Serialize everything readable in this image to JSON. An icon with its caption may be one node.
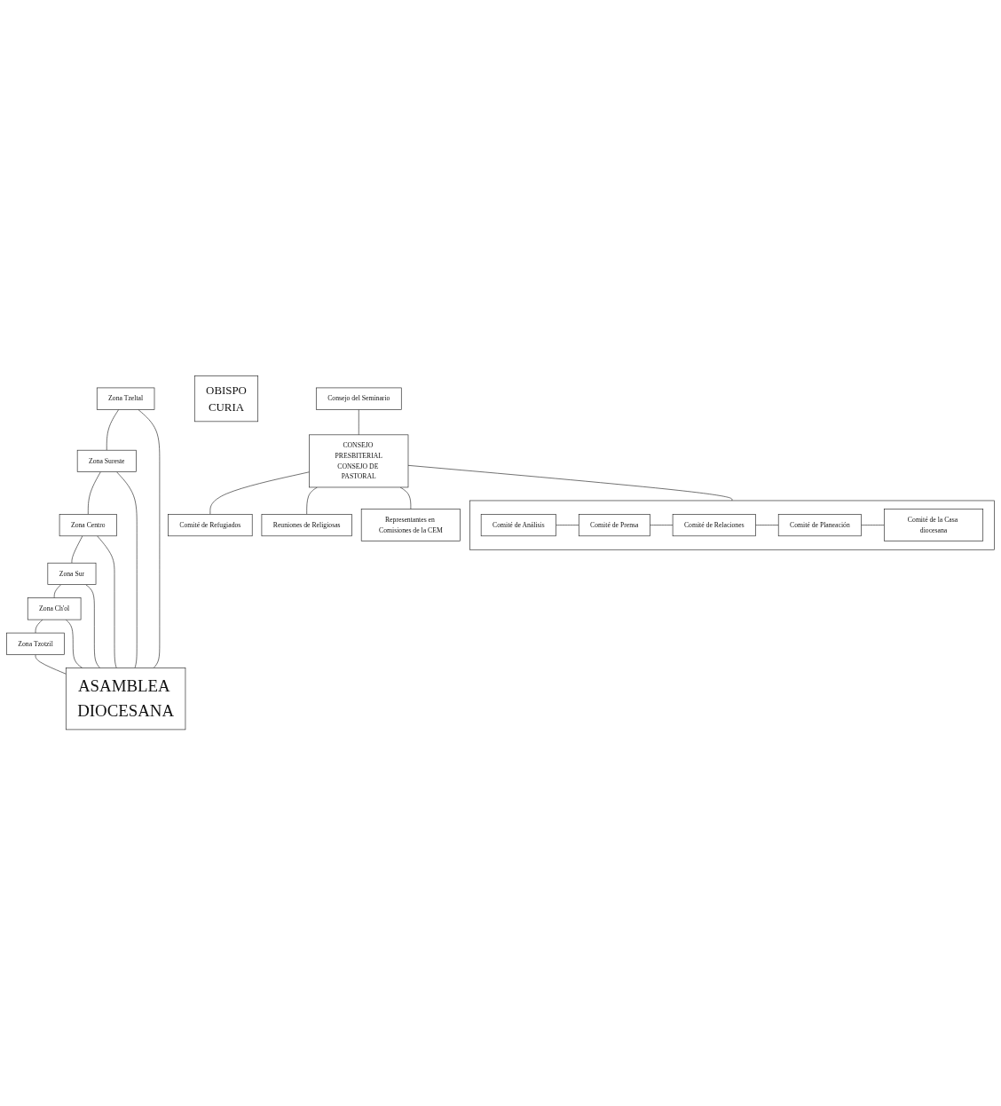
{
  "diagram": {
    "nodes": [
      {
        "text": [
          "Zona Tzeltal"
        ]
      },
      {
        "text": [
          "Zona Sureste"
        ]
      },
      {
        "text": [
          "Zona Centro"
        ]
      },
      {
        "text": [
          "Zona Sur"
        ]
      },
      {
        "text": [
          "Zona Ch'ol"
        ]
      },
      {
        "text": [
          "Zona Tzotzil"
        ]
      },
      {
        "text": [
          "ASAMBLEA DIOCESANA"
        ]
      },
      {
        "text": [
          "OBISPO",
          "CURIA"
        ]
      },
      {
        "text": [
          "CONSEJO PRESBITERIAL",
          "CONSEJO DE PASTORAL"
        ]
      },
      {
        "text": [
          "Consejo del Seminario"
        ]
      },
      {
        "text": [
          "Comité de Refugiados"
        ]
      },
      {
        "text": [
          "Reuniones de Religiosas"
        ]
      },
      {
        "text": [
          "Representantes en Comisiones de la CEM"
        ]
      },
      {
        "text": [],
        "shape": "box"
      },
      {
        "text": [
          "Comité de Análisis"
        ],
        "in": 13
      },
      {
        "text": [
          "Comité de Prensa"
        ],
        "in": 13
      },
      {
        "text": [
          "Comité de Relaciones"
        ],
        "in": 13
      },
      {
        "text": [
          "Comité de Planeación"
        ],
        "in": 13
      },
      {
        "text": [
          "Comité de la Casa diocesana"
        ],
        "in": 13
      }
    ],
    "edges": [
      {
        "from": 0,
        "to": 1,
        "arrow": "none"
      },
      {
        "from": 1,
        "to": 2,
        "arrow": "none"
      },
      {
        "from": 2,
        "to": 3,
        "arrow": "none"
      },
      {
        "from": 3,
        "to": 4,
        "arrow": "none"
      },
      {
        "from": 4,
        "to": 5,
        "arrow": "none"
      },
      {
        "from": 0,
        "to": 6,
        "arrow": "none"
      },
      {
        "from": 1,
        "to": 6,
        "arrow": "none"
      },
      {
        "from": 2,
        "to": 6,
        "arrow": "none"
      },
      {
        "from": 3,
        "to": 6,
        "arrow": "none"
      },
      {
        "from": 4,
        "to": 6,
        "arrow": "none"
      },
      {
        "from": 5,
        "to": 6,
        "arrow": "none"
      },
      {
        "from": 9,
        "to": 8,
        "arrow": "none"
      },
      {
        "from": 8,
        "to": 10,
        "arrow": "none"
      },
      {
        "from": 8,
        "to": 11,
        "arrow": "none"
      },
      {
        "from": 8,
        "to": 12,
        "arrow": "none"
      },
      {
        "from": 8,
        "to": 13,
        "arrow": "none"
      },
      {
        "from": 14,
        "to": 15,
        "arrow": "none"
      },
      {
        "from": 15,
        "to": 16,
        "arrow": "none"
      },
      {
        "from": 16,
        "to": 17,
        "arrow": "none"
      },
      {
        "from": 17,
        "to": 18,
        "arrow": "none"
      }
    ]
  }
}
